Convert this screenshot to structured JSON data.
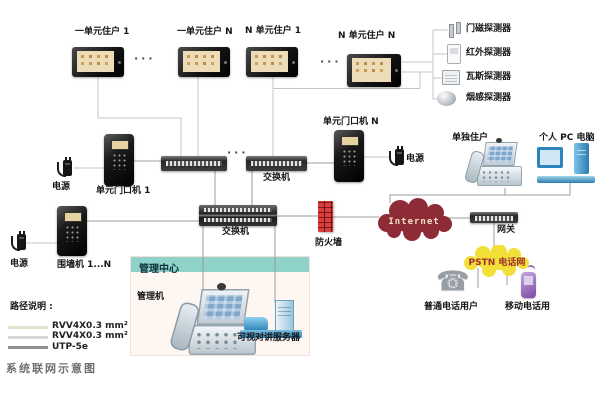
{
  "page": {
    "title": "系统联网示意图"
  },
  "legend": {
    "title": "路径说明 :",
    "items": [
      {
        "label": "RVV4X0.3 mm²",
        "color": "#e4e2ce"
      },
      {
        "label": "RVV4X0.3 mm²",
        "color": "#d9d9d9"
      },
      {
        "label": "UTP-5e",
        "color": "#8f8f8f"
      }
    ]
  },
  "labels": {
    "unit1_resident1": "一单元住户 1",
    "unit1_residentN": "一单元住户 N",
    "unitN_resident1": "N 单元住户 1",
    "unitN_residentN": "N 单元住户 N",
    "detector_door": "门磁探测器",
    "detector_infrared": "红外探测器",
    "detector_gas": "瓦斯探测器",
    "detector_smoke": "烟感探测器",
    "door_station_1": "单元门口机 1",
    "door_station_N": "单元门口机 N",
    "wall_station": "围墙机 1...N",
    "power": "电源",
    "switch_unit": "交换机",
    "switch_main": "交换机",
    "firewall": "防火墙",
    "internet": "Internet",
    "gateway": "网关",
    "pstn": "PSTN 电话网",
    "single_resident": "单独住户",
    "personal_pc": "个人 PC 电脑",
    "mgmt_center": "管理中心",
    "mgmt_machine": "管理机",
    "intercom_server": "可视对讲服务器",
    "pstn_phone_user": "普通电话用户",
    "mobile_phone_user": "移动电话用",
    "ellipsis": "···"
  },
  "colors": {
    "line_light": "#c6c6c2",
    "line_dark": "#9c9c9c",
    "firewall_red": "#c62828",
    "internet_cloud": "#8d2b36",
    "internet_text": "#f2e2c8",
    "pstn_cloud": "#f2df38",
    "pstn_text": "#9c3030",
    "mgmt_header": "#8ed2c9",
    "mgmt_body": "#fdf6f1",
    "device_blue": "#2b84bc",
    "mobile_purple": "#8a5ab4"
  }
}
